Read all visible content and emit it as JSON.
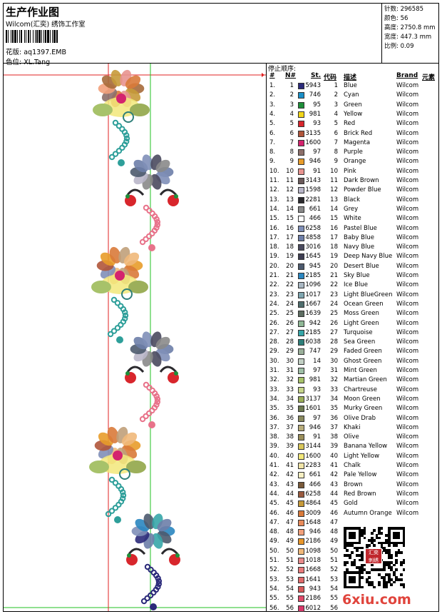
{
  "header": {
    "title": "生产作业图",
    "company": "Wilcom(汇奕) 绣饰工作室",
    "design_label": "花版:  aq1397.EMB",
    "color_label": "色位:  XL.Tang"
  },
  "stats": {
    "stitches": "针数:  296585",
    "colors": "颜色:  56",
    "height": "高度:  2750.8 mm",
    "width": "宽度:  447.3 mm",
    "scale": "比例:  0.09"
  },
  "table": {
    "stop_title": "停止顺序:",
    "headers": {
      "hash": "#",
      "n": "N#",
      "st": "St.",
      "code": "代码",
      "desc": "描述",
      "brand": "Brand",
      "element": "元素"
    },
    "rows": [
      {
        "n": "1",
        "st": "5943",
        "code": "1",
        "name": "Blue",
        "brand": "Wilcom",
        "color": "#2b2a7a"
      },
      {
        "n": "2",
        "st": "746",
        "code": "2",
        "name": "Cyan",
        "brand": "Wilcom",
        "color": "#1a8fc8"
      },
      {
        "n": "3",
        "st": "95",
        "code": "3",
        "name": "Green",
        "brand": "Wilcom",
        "color": "#1e8f3a"
      },
      {
        "n": "4",
        "st": "981",
        "code": "4",
        "name": "Yellow",
        "brand": "Wilcom",
        "color": "#f2d619"
      },
      {
        "n": "5",
        "st": "93",
        "code": "5",
        "name": "Red",
        "brand": "Wilcom",
        "color": "#d8262c"
      },
      {
        "n": "6",
        "st": "3135",
        "code": "6",
        "name": "Brick Red",
        "brand": "Wilcom",
        "color": "#b0553a"
      },
      {
        "n": "7",
        "st": "1600",
        "code": "7",
        "name": "Magenta",
        "brand": "Wilcom",
        "color": "#d4236e"
      },
      {
        "n": "8",
        "st": "97",
        "code": "8",
        "name": "Purple",
        "brand": "Wilcom",
        "color": "#8c6f6a"
      },
      {
        "n": "9",
        "st": "946",
        "code": "9",
        "name": "Orange",
        "brand": "Wilcom",
        "color": "#e89c2a"
      },
      {
        "n": "10",
        "st": "91",
        "code": "10",
        "name": "Pink",
        "brand": "Wilcom",
        "color": "#e8938f"
      },
      {
        "n": "11",
        "st": "3143",
        "code": "11",
        "name": "Dark Brown",
        "brand": "Wilcom",
        "color": "#6b5a5a"
      },
      {
        "n": "12",
        "st": "1598",
        "code": "12",
        "name": "Powder Blue",
        "brand": "Wilcom",
        "color": "#b9b6c9"
      },
      {
        "n": "13",
        "st": "2281",
        "code": "13",
        "name": "Black",
        "brand": "Wilcom",
        "color": "#2b2a2e"
      },
      {
        "n": "14",
        "st": "661",
        "code": "14",
        "name": "Grey",
        "brand": "Wilcom",
        "color": "#8a8a8a"
      },
      {
        "n": "15",
        "st": "466",
        "code": "15",
        "name": "White",
        "brand": "Wilcom",
        "color": "#ffffff"
      },
      {
        "n": "16",
        "st": "6258",
        "code": "16",
        "name": "Pastel Blue",
        "brand": "Wilcom",
        "color": "#7f8fb8"
      },
      {
        "n": "17",
        "st": "4858",
        "code": "17",
        "name": "Baby Blue",
        "brand": "Wilcom",
        "color": "#6d7ea8"
      },
      {
        "n": "18",
        "st": "3016",
        "code": "18",
        "name": "Navy Blue",
        "brand": "Wilcom",
        "color": "#4a4a5e"
      },
      {
        "n": "19",
        "st": "1645",
        "code": "19",
        "name": "Deep Navy Blue",
        "brand": "Wilcom",
        "color": "#3e3e52"
      },
      {
        "n": "20",
        "st": "945",
        "code": "20",
        "name": "Desert Blue",
        "brand": "Wilcom",
        "color": "#4c5a6e"
      },
      {
        "n": "21",
        "st": "2185",
        "code": "21",
        "name": "Sky Blue",
        "brand": "Wilcom",
        "color": "#2a86c0"
      },
      {
        "n": "22",
        "st": "1096",
        "code": "22",
        "name": "Ice Blue",
        "brand": "Wilcom",
        "color": "#a9b7c2"
      },
      {
        "n": "23",
        "st": "1017",
        "code": "23",
        "name": "Light BlueGreen",
        "brand": "Wilcom",
        "color": "#7fa6b0"
      },
      {
        "n": "24",
        "st": "1667",
        "code": "24",
        "name": "Ocean Green",
        "brand": "Wilcom",
        "color": "#4f6e6e"
      },
      {
        "n": "25",
        "st": "1639",
        "code": "25",
        "name": "Moss Green",
        "brand": "Wilcom",
        "color": "#5e6e62"
      },
      {
        "n": "26",
        "st": "942",
        "code": "26",
        "name": "Light Green",
        "brand": "Wilcom",
        "color": "#8fb896"
      },
      {
        "n": "27",
        "st": "2185",
        "code": "27",
        "name": "Turquoise",
        "brand": "Wilcom",
        "color": "#36a6a8"
      },
      {
        "n": "28",
        "st": "6038",
        "code": "28",
        "name": "Sea Green",
        "brand": "Wilcom",
        "color": "#2e7f7a"
      },
      {
        "n": "29",
        "st": "747",
        "code": "29",
        "name": "Faded Green",
        "brand": "Wilcom",
        "color": "#9ab09a"
      },
      {
        "n": "30",
        "st": "14",
        "code": "30",
        "name": "Ghost Green",
        "brand": "Wilcom",
        "color": "#c2d0c4"
      },
      {
        "n": "31",
        "st": "97",
        "code": "31",
        "name": "Mint Green",
        "brand": "Wilcom",
        "color": "#9fbfa6"
      },
      {
        "n": "32",
        "st": "981",
        "code": "32",
        "name": "Martian Green",
        "brand": "Wilcom",
        "color": "#a7c26a"
      },
      {
        "n": "33",
        "st": "93",
        "code": "33",
        "name": "Chartreuse",
        "brand": "Wilcom",
        "color": "#c6d58a"
      },
      {
        "n": "34",
        "st": "3137",
        "code": "34",
        "name": "Moon Green",
        "brand": "Wilcom",
        "color": "#9caf5a"
      },
      {
        "n": "35",
        "st": "1601",
        "code": "35",
        "name": "Murky Green",
        "brand": "Wilcom",
        "color": "#6e7a52"
      },
      {
        "n": "36",
        "st": "97",
        "code": "36",
        "name": "Olive Drab",
        "brand": "Wilcom",
        "color": "#8a8a5e"
      },
      {
        "n": "37",
        "st": "946",
        "code": "37",
        "name": "Khaki",
        "brand": "Wilcom",
        "color": "#b8ad7a"
      },
      {
        "n": "38",
        "st": "91",
        "code": "38",
        "name": "Olive",
        "brand": "Wilcom",
        "color": "#9a8e5a"
      },
      {
        "n": "39",
        "st": "3144",
        "code": "39",
        "name": "Banana Yellow",
        "brand": "Wilcom",
        "color": "#d8c65a"
      },
      {
        "n": "40",
        "st": "1600",
        "code": "40",
        "name": "Light Yellow",
        "brand": "Wilcom",
        "color": "#f2e87a"
      },
      {
        "n": "41",
        "st": "2283",
        "code": "41",
        "name": "Chalk",
        "brand": "Wilcom",
        "color": "#efe3a6"
      },
      {
        "n": "42",
        "st": "661",
        "code": "42",
        "name": "Pale Yellow",
        "brand": "Wilcom",
        "color": "#f6efc2"
      },
      {
        "n": "43",
        "st": "466",
        "code": "43",
        "name": "Brown",
        "brand": "Wilcom",
        "color": "#7a5a3a"
      },
      {
        "n": "44",
        "st": "6258",
        "code": "44",
        "name": "Red Brown",
        "brand": "Wilcom",
        "color": "#9a5a3e"
      },
      {
        "n": "45",
        "st": "4864",
        "code": "45",
        "name": "Gold",
        "brand": "Wilcom",
        "color": "#c79a3a"
      },
      {
        "n": "46",
        "st": "3009",
        "code": "46",
        "name": "Autumn Orange",
        "brand": "Wilcom",
        "color": "#d97a3a"
      },
      {
        "n": "47",
        "st": "1648",
        "code": "47",
        "name": "",
        "brand": "",
        "color": "#e88a5a"
      },
      {
        "n": "48",
        "st": "946",
        "code": "48",
        "name": "",
        "brand": "",
        "color": "#f2a07a"
      },
      {
        "n": "49",
        "st": "2186",
        "code": "49",
        "name": "",
        "brand": "",
        "color": "#e8962a"
      },
      {
        "n": "50",
        "st": "1098",
        "code": "50",
        "name": "",
        "brand": "",
        "color": "#f0b87a"
      },
      {
        "n": "51",
        "st": "1018",
        "code": "51",
        "name": "",
        "brand": "",
        "color": "#e88a8a"
      },
      {
        "n": "52",
        "st": "1668",
        "code": "52",
        "name": "",
        "brand": "",
        "color": "#e87a7a"
      },
      {
        "n": "53",
        "st": "1641",
        "code": "53",
        "name": "",
        "brand": "",
        "color": "#e06a6a"
      },
      {
        "n": "54",
        "st": "943",
        "code": "54",
        "name": "",
        "brand": "",
        "color": "#d85a5a"
      },
      {
        "n": "55",
        "st": "2186",
        "code": "55",
        "name": "",
        "brand": "",
        "color": "#e04a6a"
      },
      {
        "n": "56",
        "st": "6012",
        "code": "56",
        "name": "",
        "brand": "",
        "color": "#d8386a"
      }
    ]
  },
  "watermark": "6xiu.com",
  "qr_stamp": "汇奕 刺绣"
}
